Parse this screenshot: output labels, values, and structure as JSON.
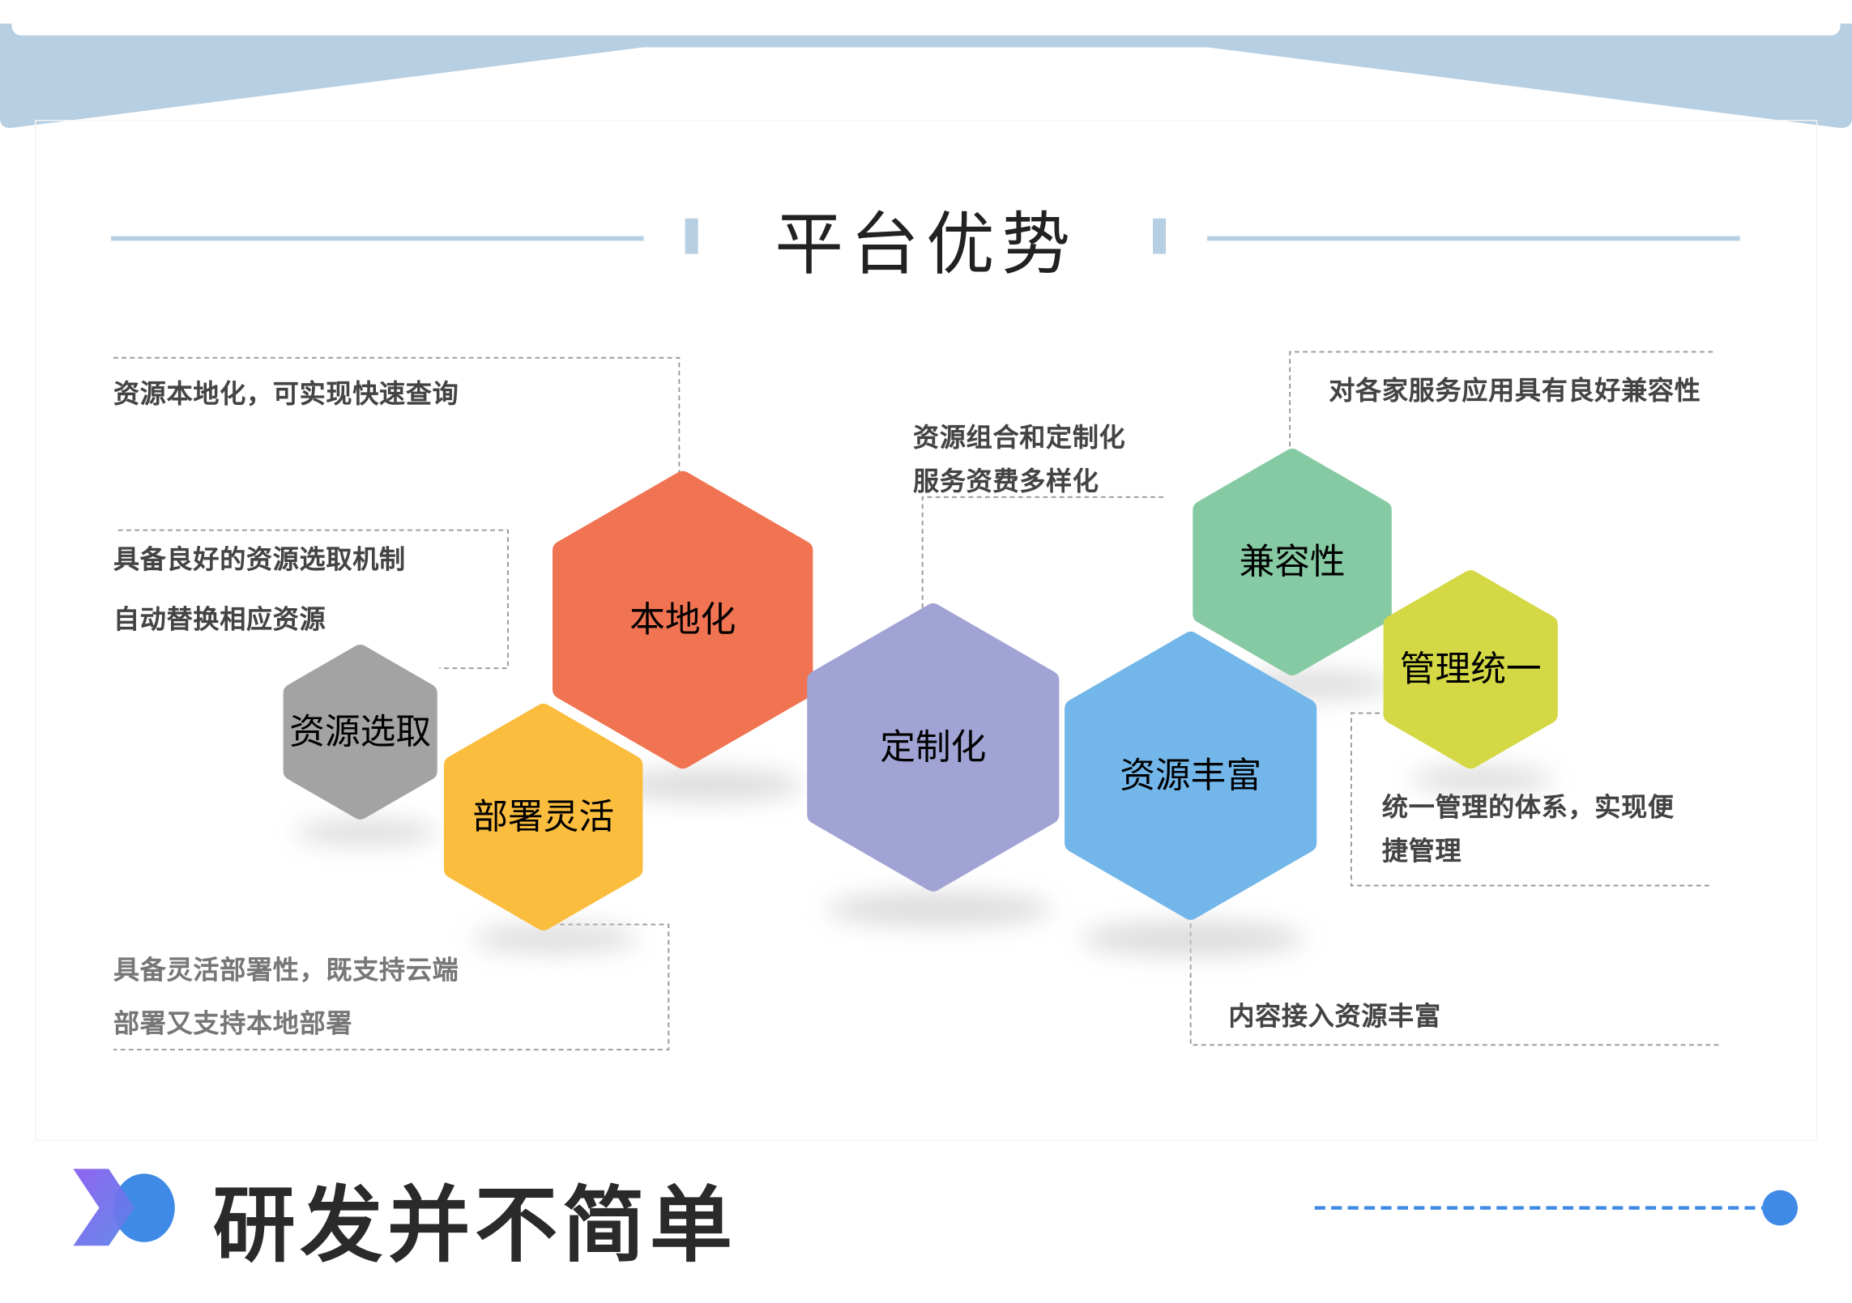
{
  "header": {
    "title": "平台优势"
  },
  "colors": {
    "band": "#b7cfe2",
    "accent_blue": "#3f8ae6",
    "orange": "#f07352",
    "gray": "#a3a3a3",
    "yellow": "#fbbd3e",
    "purple": "#a0a3d4",
    "blue": "#72b6ea",
    "green": "#86caa3",
    "lime": "#d3d844"
  },
  "hexagons": [
    {
      "label": "本地化"
    },
    {
      "label": "资源选取"
    },
    {
      "label": "部署灵活"
    },
    {
      "label": "定制化"
    },
    {
      "label": "资源丰富"
    },
    {
      "label": "兼容性"
    },
    {
      "label": "管理统一"
    }
  ],
  "descriptions": {
    "localization": [
      "资源本地化，可实现快速查询"
    ],
    "selection": [
      "具备良好的资源选取机制",
      "自动替换相应资源"
    ],
    "customization": [
      "资源组合和定制化",
      "服务资费多样化"
    ],
    "compatibility": [
      "对各家服务应用具有良好兼容性"
    ],
    "management": [
      "统一管理的体系，实现便",
      "捷管理"
    ],
    "deployment": [
      "具备灵活部署性，既支持云端",
      "部署又支持本地部署"
    ],
    "resources": [
      "内容接入资源丰富"
    ]
  },
  "section": {
    "title": "研发并不简单"
  }
}
